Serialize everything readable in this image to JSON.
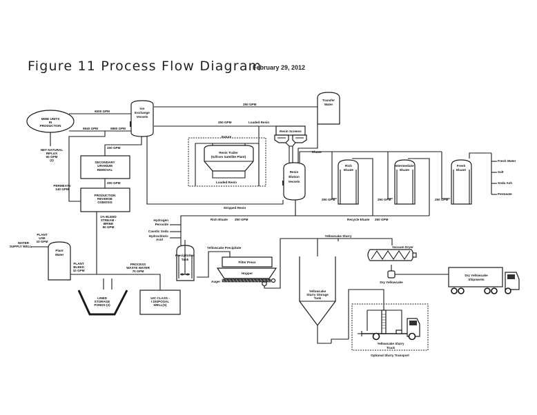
{
  "figure": {
    "title": "Figure 11 Process Flow Diagram",
    "date": "February 29, 2012"
  },
  "nodes": {
    "mine_units": [
      "MINE UNITS",
      "IN",
      "PRODUCTION"
    ],
    "net_influx": [
      "NET NATURAL",
      "INFLUX",
      "60 GPM",
      "(2)"
    ],
    "ion_exchange": [
      "Ion",
      "Exchange",
      "Vessels"
    ],
    "transfer_water": [
      "Transfer",
      "Water"
    ],
    "secondary_uranium": [
      "SECONDARY",
      "URANIUM",
      "REMOVAL"
    ],
    "production_ro": [
      "PRODUCTION",
      "REVERSE",
      "OSMOSIS"
    ],
    "permeate": [
      "PERMEATE",
      "140 GPM"
    ],
    "bleed_stream": [
      "1% BLEED",
      "STREAM -",
      "BRINE",
      "60 GPM"
    ],
    "future": "Future",
    "resin_trailer": [
      "Resin Trailer",
      "(to/from Satellite Plant)"
    ],
    "loaded_resin_inner": "Loaded Resin",
    "resin_screens": "Resin Screens",
    "resin_elution": [
      "Resin",
      "Elution",
      "Vessels"
    ],
    "eluate": "Eluate",
    "rich_eluate": [
      "Rich",
      "Eluate"
    ],
    "intermediate_eluate": [
      "Intermediate",
      "Eluate"
    ],
    "fresh_eluant": [
      "Fresh",
      "Eluant"
    ],
    "inputs_right": [
      "Fresh Water",
      "Salt",
      "Soda Ash",
      "Permeate"
    ],
    "stripped_resin": "Stripped Resin",
    "rich_eluate_flow": "Rich Eluate",
    "recycle_eluate": "Recycle Eluate",
    "chemicals": [
      "Hydrogen Peroxide",
      "Caustic Soda",
      "Hydrochloric Acid"
    ],
    "precip_tank": [
      "Precipitation",
      "Tank"
    ],
    "yellowcake_precip": "Yellowcake Precipitate",
    "filter_press": "Filter Press",
    "hopper": "Hopper",
    "auger": "Auger",
    "yellowcake_slurry": "Yellowcake Slurry",
    "vacuum_dryer": "Vacuum Dryer",
    "dry_yellowcake": "Dry Yellowcake",
    "dry_shipments": [
      "Dry Yellowcake",
      "Shipments"
    ],
    "slurry_storage": [
      "Yellowcake",
      "Slurry Storage",
      "Tank"
    ],
    "slurry_truck": [
      "Yellowcake Slurry",
      "Truck"
    ],
    "optional_transport": "Optional Slurry Transport",
    "plant_water": [
      "Plant",
      "Water"
    ],
    "water_supply": [
      "WATER",
      "SUPPLY WELL"
    ],
    "plant_use": [
      "PLANT",
      "USE",
      "10 GPM"
    ],
    "plant_bleed": [
      "PLANT",
      "BLEED",
      "10 GPM"
    ],
    "process_waste": [
      "PROCESS",
      "WASTE WATER",
      "70 GPM"
    ],
    "lined_ponds": [
      "LINED",
      "STORAGE",
      "PONDS (2)"
    ],
    "uic_well": [
      "UIC CLASS -",
      "I DISPOSAL",
      "WELL(S)"
    ]
  },
  "flows": {
    "f6000": "6000 GPM",
    "f5940": "5940 GPM",
    "f5860": "5860 GPM",
    "f200a": "200 GPM",
    "f200b": "200 GPM",
    "f250_top": "250 GPM",
    "f250_mid": "250 GPM",
    "loaded_resin": "Loaded Resin",
    "f250_rich": "250 GPM",
    "f250_int": "250 GPM",
    "f250_fresh": "250 GPM",
    "f250_rich_eluate": "250 GPM",
    "f250_recycle": "250 GPM"
  }
}
